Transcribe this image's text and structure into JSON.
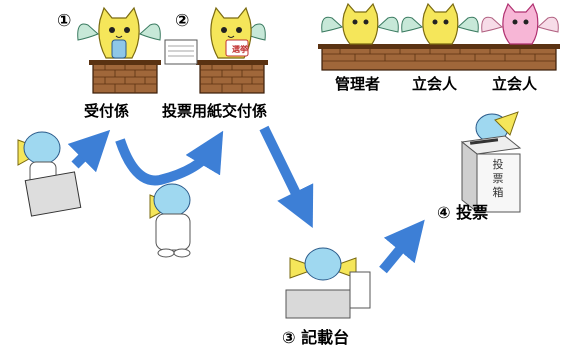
{
  "steps": {
    "s1": {
      "num": "①",
      "label": "受付係"
    },
    "s2": {
      "num": "②",
      "label": "投票用紙交付係"
    },
    "s3": {
      "num": "③",
      "label": "記載台"
    },
    "s4": {
      "num": "④",
      "label": "投票"
    }
  },
  "officials": {
    "manager": "管理者",
    "witness1": "立会人",
    "witness2": "立会人"
  },
  "box": {
    "c1": "投",
    "c2": "票",
    "c3": "箱"
  },
  "ballot_stamp": "選挙",
  "colors": {
    "arrow": "#3d7fd6",
    "desk": "#8b5a2b",
    "desk_dark": "#4a2a0e",
    "mascot": "#f5e65a",
    "wing": "#c7e8d8",
    "hair": "#9fd8f0",
    "pink": "#f7b6d6"
  }
}
